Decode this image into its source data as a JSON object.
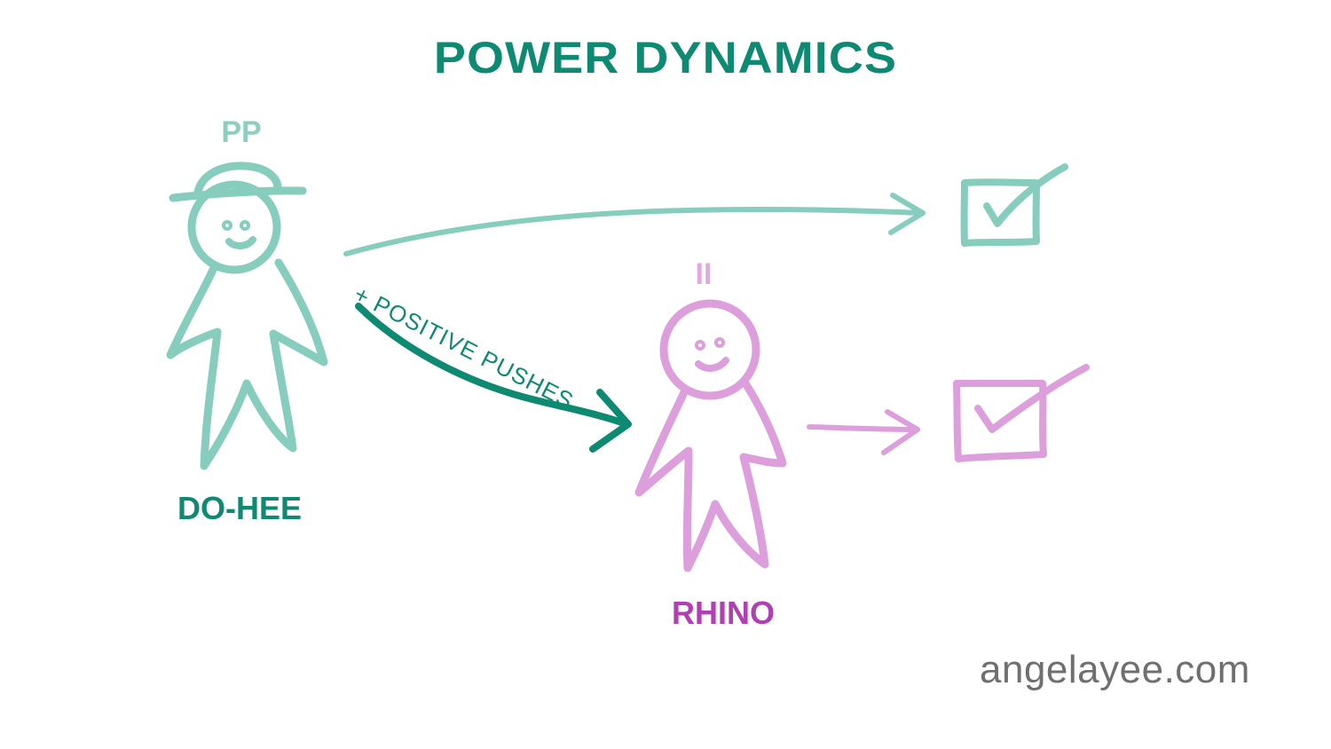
{
  "title": "POWER DYNAMICS",
  "people": [
    {
      "name": "DO-HEE",
      "tag": "PP"
    },
    {
      "name": "RHINO",
      "tag": "II"
    }
  ],
  "arrow_label": "+ POSITIVE PUSHES",
  "website": "angelayee.com",
  "colors": {
    "title": "#0f8a72",
    "do_hee_figure": "#86cdbe",
    "rhino_figure": "#dd9edc",
    "rhino_name": "#b13fb4",
    "push_arrow": "#0f8a72",
    "website": "#6f6f6f"
  }
}
